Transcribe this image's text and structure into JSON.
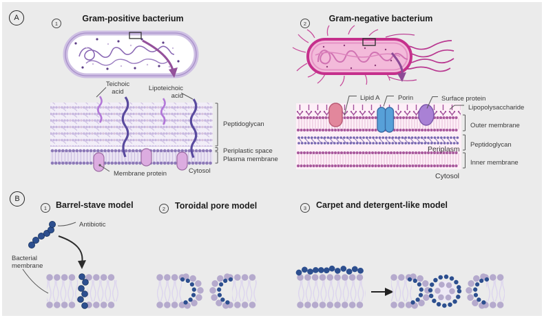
{
  "panel_a": {
    "label": "A",
    "gram_positive": {
      "number": "1",
      "title": "Gram-positive bacterium",
      "teichoic_acid": "Teichoic\nacid",
      "lipoteichoic_acid": "Lipoteichoic\nacid",
      "peptidoglycan": "Peptidoglycan",
      "periplastic_space": "Periplastic space",
      "plasma_membrane": "Plasma membrane",
      "membrane_protein": "Membrane protein",
      "cytosol": "Cytosol"
    },
    "gram_negative": {
      "number": "2",
      "title": "Gram-negative bacterium",
      "lipid_a": "Lipid A",
      "porin": "Porin",
      "surface_protein": "Surface protein",
      "lipopolysaccharide": "Lipopolysaccharide",
      "outer_membrane": "Outer membrane",
      "peptidoglycan": "Peptidoglycan",
      "periplasm": "Periplasm",
      "inner_membrane": "Inner membrane",
      "cytosol": "Cytosol"
    }
  },
  "panel_b": {
    "label": "B",
    "models": [
      {
        "number": "1",
        "title": "Barrel-stave model",
        "antibiotic_label": "Antibiotic",
        "membrane_label": "Bacterial\nmembrane"
      },
      {
        "number": "2",
        "title": "Toroidal pore model"
      },
      {
        "number": "3",
        "title": "Carpet and detergent-like model"
      }
    ]
  },
  "colors": {
    "background": "#ebebeb",
    "gram_positive_accent": "#8a68b4",
    "gram_negative_accent": "#c5308c",
    "antibiotic_dot": "#2d4f8f",
    "membrane_head": "#b5aacd",
    "callout_arrow": "#8d4a96"
  }
}
